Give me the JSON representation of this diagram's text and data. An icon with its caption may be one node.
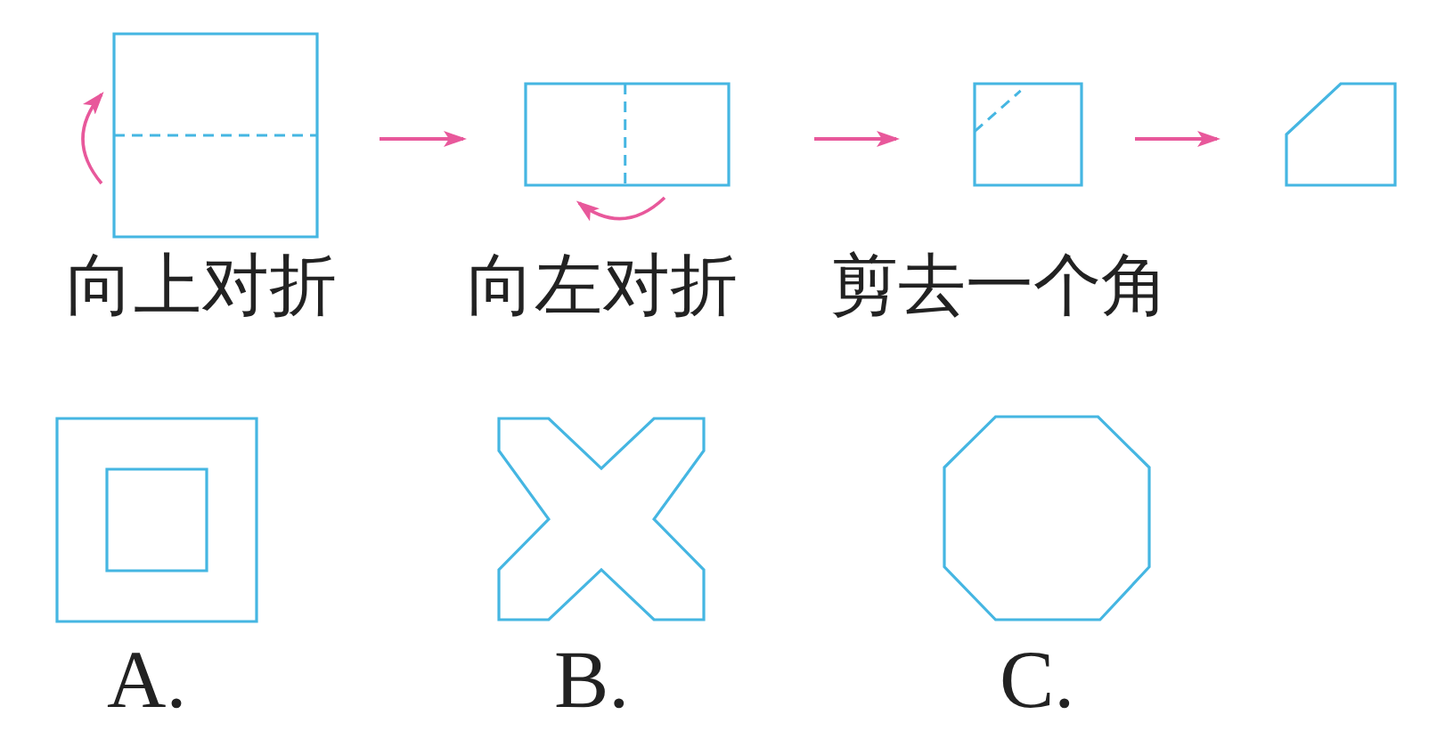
{
  "diagram": {
    "nodes": [
      {
        "text": [],
        "shape": "box",
        "beside": [
          "向上对折"
        ]
      },
      {
        "text": [],
        "shape": "box",
        "beside": [
          "向左对折"
        ]
      },
      {
        "text": [],
        "shape": "box",
        "beside": [
          "剪去一个角"
        ]
      },
      {
        "text": [],
        "shape": "pentagon"
      },
      {
        "text": [],
        "shape": "frame",
        "beside": [
          "A."
        ]
      },
      {
        "text": [],
        "shape": "cross",
        "beside": [
          "B."
        ]
      },
      {
        "text": [],
        "shape": "octagon",
        "beside": [
          "C."
        ]
      }
    ],
    "edges": [
      {
        "from": 0,
        "to": 1,
        "arrow": "to"
      },
      {
        "from": 1,
        "to": 2,
        "arrow": "to"
      },
      {
        "from": 2,
        "to": 3,
        "arrow": "to"
      }
    ]
  }
}
